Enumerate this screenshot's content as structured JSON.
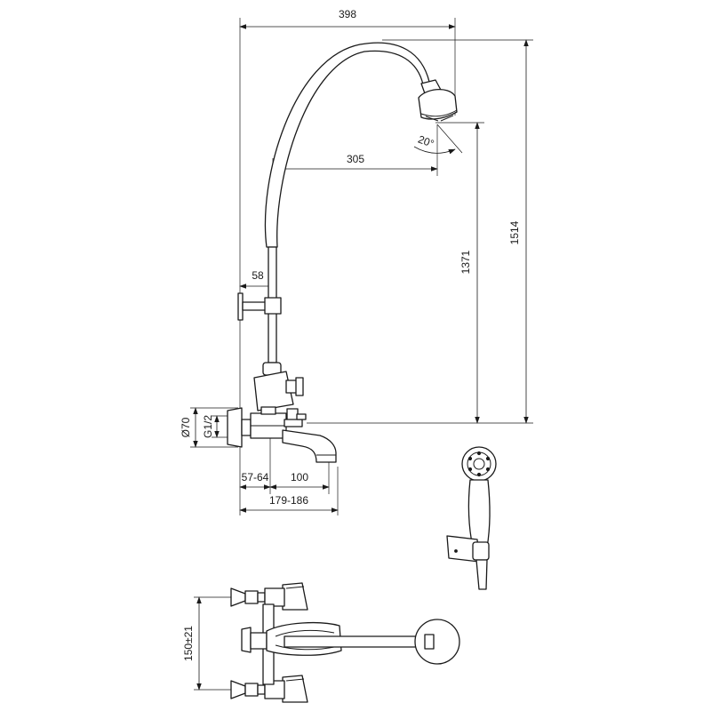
{
  "dimensions": {
    "overall_width": "398",
    "spout_reach": "305",
    "shower_height": "1371",
    "overall_height": "1514",
    "bracket_offset": "58",
    "tilt_angle": "20°",
    "flange_diameter": "Ø70",
    "thread_size": "G1/2",
    "wall_offset": "57-64",
    "spout_projection": "100",
    "total_depth": "179-186",
    "inlet_centers": "150±21"
  },
  "colors": {
    "line": "#1a1a1a",
    "background": "#ffffff"
  }
}
